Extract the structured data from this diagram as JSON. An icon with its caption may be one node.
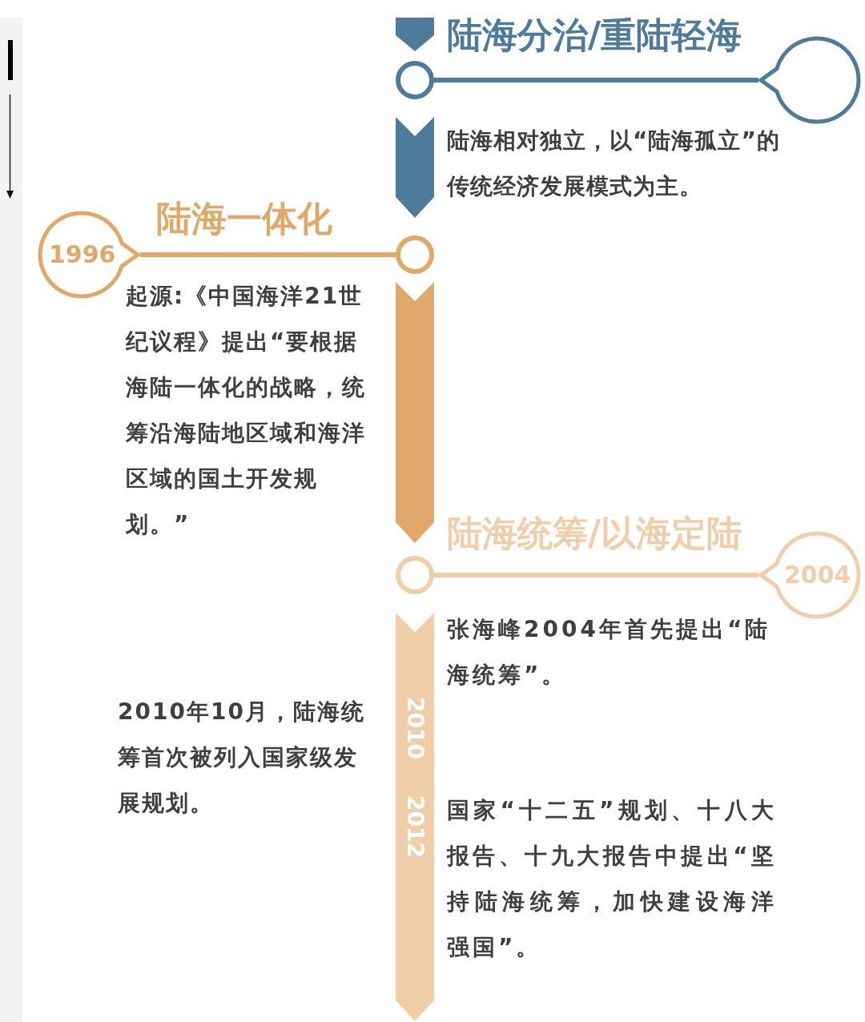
{
  "diagram": {
    "nodes": [
      {
        "text": [],
        "shape": "bar"
      },
      {
        "text": [],
        "shape": "circle"
      },
      {
        "text": [],
        "shape": "circle"
      },
      {
        "text": [],
        "shape": "bar"
      },
      {
        "text": [
          "1996"
        ]
      },
      {
        "text": [],
        "shape": "circle"
      },
      {
        "text": [],
        "shape": "bar"
      },
      {
        "text": [],
        "shape": "circle"
      },
      {
        "text": [
          "2004"
        ]
      },
      {
        "text": [
          "2010",
          "2012"
        ]
      }
    ],
    "edges": [
      {
        "from": 1,
        "to": 2,
        "arrow": "none",
        "color": "#4f7b9a"
      },
      {
        "from": 5,
        "to": 4,
        "arrow": "none",
        "color": "#e0a96a"
      },
      {
        "from": 7,
        "to": 8,
        "arrow": "none",
        "color": "#f0cea9"
      }
    ],
    "labels": [
      "陆海分治/重陆轻海",
      "陆海相对独立，以“陆海孤立”的传统经济发展模式为主。",
      "陆海一体化",
      "起源:《中国海洋21世纪议程》提出“要根据海陆一体化的战略，统筹沿海陆地区域和海洋区域的国土开发规划。”",
      "陆海统筹/以海定陆",
      "张海峰2004年首先提出“陆海统筹”。",
      "2010年10月，陆海统筹首次被列入国家级发展规划。",
      "国家“十二五”规划、十八大报告、十九大报告中提出“坚持陆海统筹，加快建设海洋强国”。"
    ]
  }
}
